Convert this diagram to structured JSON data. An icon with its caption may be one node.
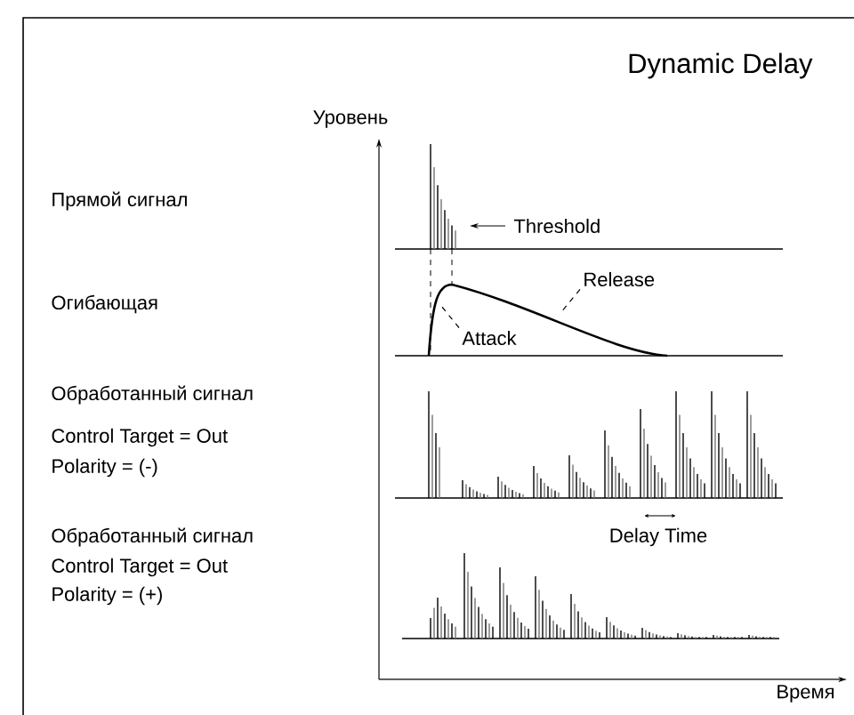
{
  "diagram": {
    "title": "Dynamic Delay",
    "nodes": [
      {
        "text": [
          "Threshold"
        ]
      },
      {
        "text": [
          "Release"
        ]
      },
      {
        "text": [
          "Attack"
        ]
      }
    ],
    "edges": [
      {
        "from": 0,
        "to": null,
        "arrow": "to"
      },
      {
        "from": 1,
        "to": null,
        "arrow": "none",
        "style": "dashed"
      },
      {
        "from": 2,
        "to": null,
        "arrow": "none",
        "style": "dashed"
      }
    ],
    "labels": [
      "Уровень",
      "Прямой сигнал",
      "Огибающая",
      "Обработанный сигнал",
      "Control Target = Out",
      "Polarity = (-)",
      "Обработанный сигнал",
      "Control Target = Out",
      "Polarity = (+)",
      "Delay Time",
      "Время"
    ]
  }
}
